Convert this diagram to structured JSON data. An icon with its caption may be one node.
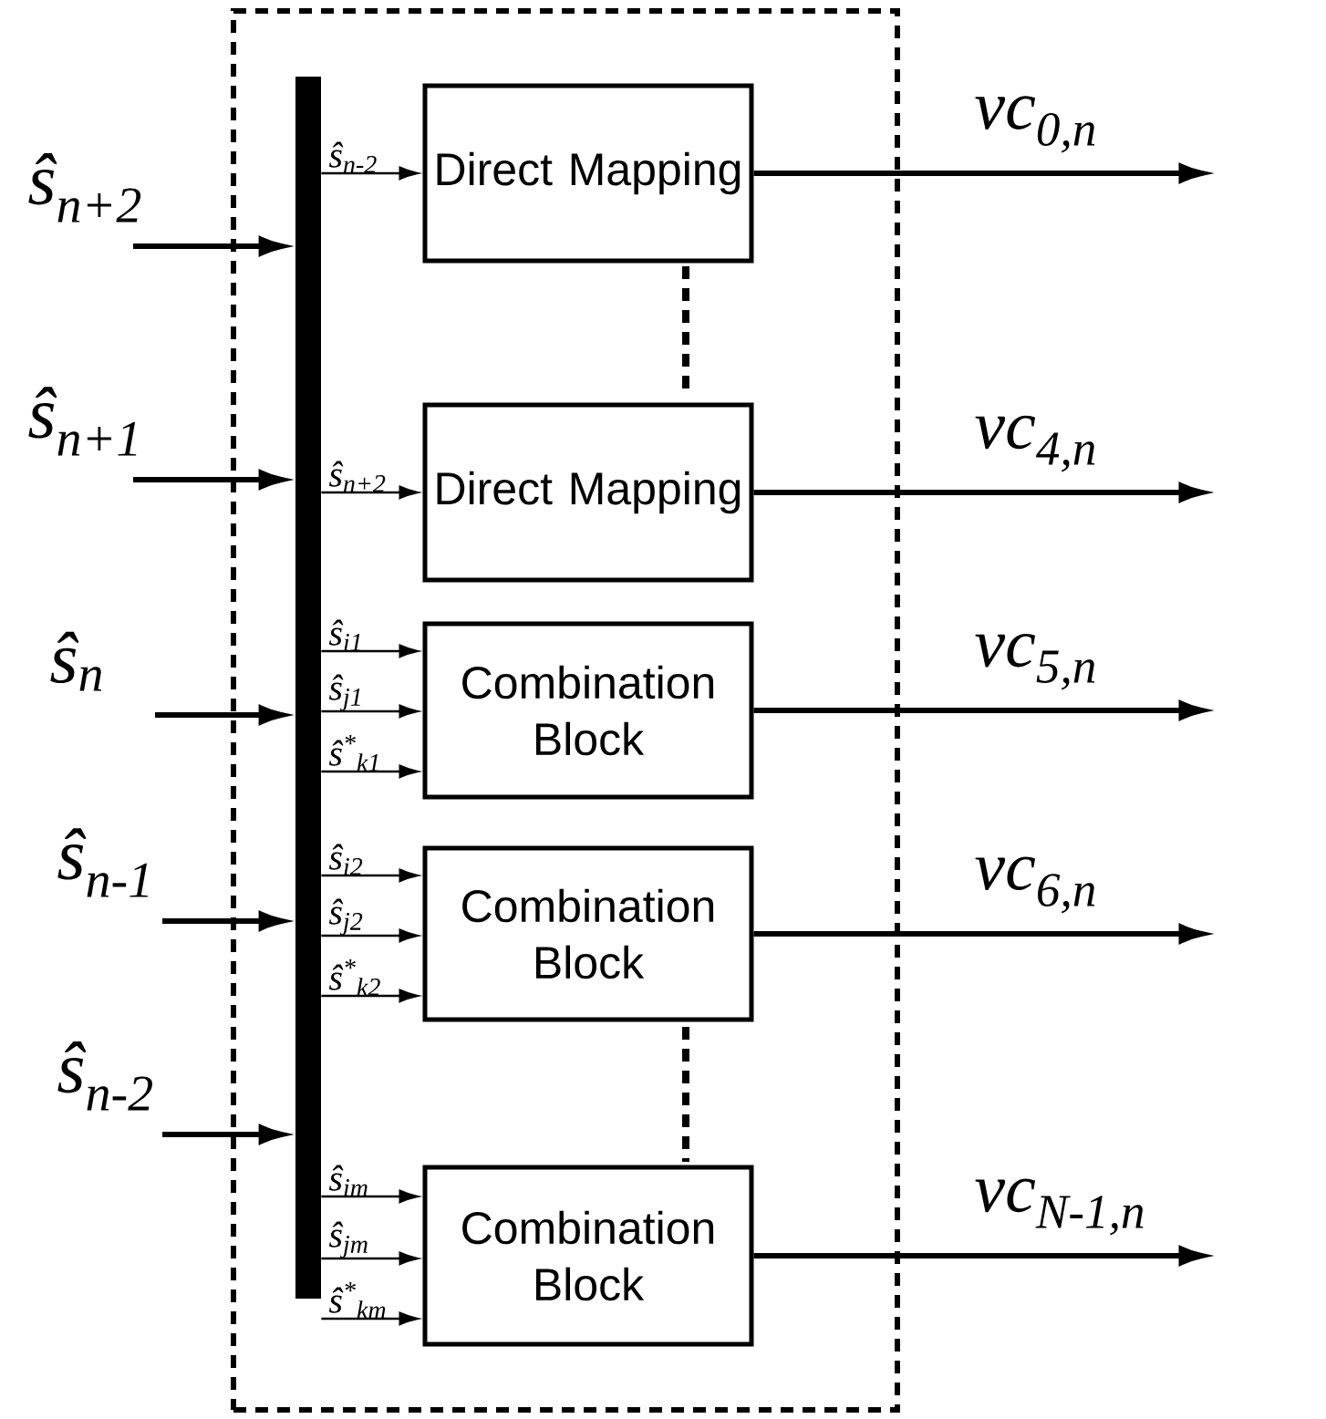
{
  "diagram": {
    "nodes": [
      {
        "text": [],
        "shape": "box"
      },
      {
        "text": [],
        "shape": "bar",
        "in": 0
      },
      {
        "text": [
          "Direct Mapping"
        ],
        "in": 0
      },
      {
        "text": [
          "Direct Mapping"
        ],
        "in": 0
      },
      {
        "text": [
          "Combination Block"
        ],
        "in": 0
      },
      {
        "text": [
          "Combination Block"
        ],
        "in": 0
      },
      {
        "text": [
          "Combination Block"
        ],
        "in": 0
      }
    ],
    "edges": [
      {
        "from": null,
        "to": 1,
        "arrow": "to",
        "style": "thick",
        "label": "ŝ$_{n+2}$"
      },
      {
        "from": null,
        "to": 1,
        "arrow": "to",
        "style": "thick",
        "label": "ŝ$_{n+1}$"
      },
      {
        "from": null,
        "to": 1,
        "arrow": "to",
        "style": "thick",
        "label": "ŝ$_{n}$"
      },
      {
        "from": null,
        "to": 1,
        "arrow": "to",
        "style": "thick",
        "label": "ŝ$_{n-1}$"
      },
      {
        "from": null,
        "to": 1,
        "arrow": "to",
        "style": "thick",
        "label": "ŝ$_{n-2}$"
      },
      {
        "from": 1,
        "to": 2,
        "arrow": "to",
        "label": "ŝ$_{n-2}$"
      },
      {
        "from": 1,
        "to": 3,
        "arrow": "to",
        "label": "ŝ$_{n+2}$"
      },
      {
        "from": 1,
        "to": 4,
        "arrow": "to",
        "label": "ŝ$_{i1}$"
      },
      {
        "from": 1,
        "to": 4,
        "arrow": "to",
        "label": "ŝ$_{j1}$"
      },
      {
        "from": 1,
        "to": 4,
        "arrow": "to",
        "label": "ŝ$^{*}$$_{k1}$"
      },
      {
        "from": 1,
        "to": 5,
        "arrow": "to",
        "label": "ŝ$_{i2}$"
      },
      {
        "from": 1,
        "to": 5,
        "arrow": "to",
        "label": "ŝ$_{j2}$"
      },
      {
        "from": 1,
        "to": 5,
        "arrow": "to",
        "label": "ŝ$^{*}$$_{k2}$"
      },
      {
        "from": 1,
        "to": 6,
        "arrow": "to",
        "label": "ŝ$_{im}$"
      },
      {
        "from": 1,
        "to": 6,
        "arrow": "to",
        "label": "ŝ$_{jm}$"
      },
      {
        "from": 1,
        "to": 6,
        "arrow": "to",
        "label": "ŝ$^{*}$$_{km}$"
      },
      {
        "from": 2,
        "to": null,
        "arrow": "to",
        "style": "thick",
        "label": "vc$_{0,n}$"
      },
      {
        "from": 3,
        "to": null,
        "arrow": "to",
        "style": "thick",
        "label": "vc$_{4,n}$"
      },
      {
        "from": 4,
        "to": null,
        "arrow": "to",
        "style": "thick",
        "label": "vc$_{5,n}$"
      },
      {
        "from": 5,
        "to": null,
        "arrow": "to",
        "style": "thick",
        "label": "vc$_{6,n}$"
      },
      {
        "from": 6,
        "to": null,
        "arrow": "to",
        "style": "thick",
        "label": "vc$_{N-1,n}$"
      }
    ]
  }
}
